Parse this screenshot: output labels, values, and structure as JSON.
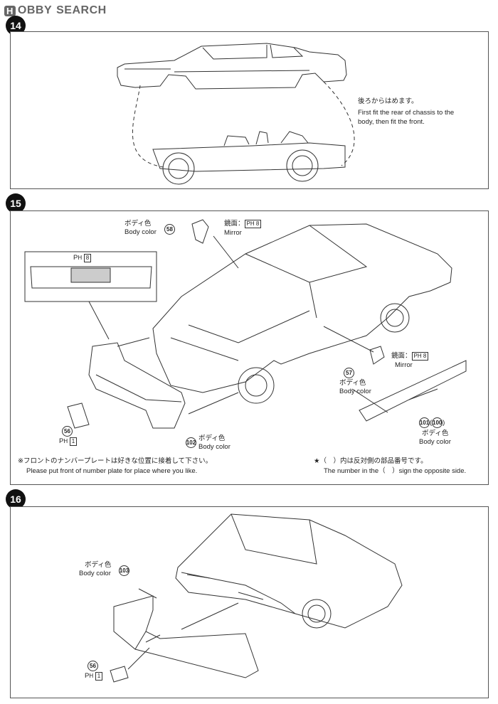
{
  "header": {
    "logo_badge": "H",
    "logo_text": "OBBY",
    "logo_search": "SEARCH"
  },
  "steps": [
    {
      "number": "14",
      "note_ja": "後ろからはめます。",
      "note_en_line1": "First fit the rear of chassis to the",
      "note_en_line2": "body, then fit the front."
    },
    {
      "number": "15",
      "body_color_ja": "ボディ色",
      "body_color_en": "Body color",
      "mirror_face_ja": "鏡面：",
      "mirror_en": "Mirror",
      "parts": {
        "p58": "58",
        "p57": "57",
        "p102": "102",
        "p56": "56",
        "p101": "101",
        "p100": "100"
      },
      "ph_label": "P",
      "ph_sub": "H",
      "ph8": "8",
      "ph1": "1",
      "front_note_ja": "※フロントのナンバープレートは好きな位置に接着して下さい。",
      "front_note_en": "Please put front of number plate for place where you like.",
      "opposite_ja": "★（　）内は反対側の部品番号です。",
      "opposite_en": "The number in the（　）sign the opposite side."
    },
    {
      "number": "16",
      "body_color_ja": "ボディ色",
      "body_color_en": "Body color",
      "parts": {
        "p103": "103",
        "p56": "56"
      },
      "ph1": "1"
    }
  ]
}
